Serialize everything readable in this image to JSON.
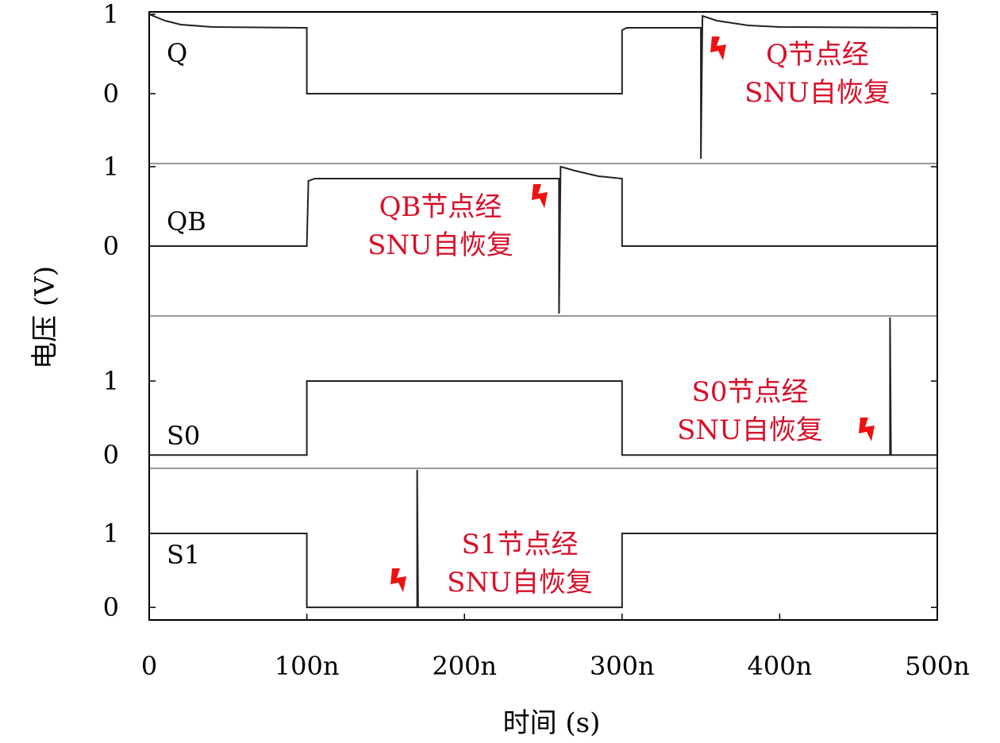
{
  "chart_data": {
    "type": "line",
    "xlabel": "时间 (s)",
    "ylabel": "电压 (V)",
    "xlim": [
      0,
      500
    ],
    "x_ticks": [
      {
        "v": 0,
        "label": "0"
      },
      {
        "v": 100,
        "label": "100n"
      },
      {
        "v": 200,
        "label": "200n"
      },
      {
        "v": 300,
        "label": "300n"
      },
      {
        "v": 400,
        "label": "400n"
      },
      {
        "v": 500,
        "label": "500n"
      }
    ],
    "panels": [
      {
        "name": "Q",
        "ylim": [
          -0.88,
          1.03
        ],
        "y_ticks": [
          {
            "v": 1,
            "label": "1"
          },
          {
            "v": 0,
            "label": "0"
          }
        ],
        "points": [
          [
            0,
            1.0
          ],
          [
            10,
            0.92
          ],
          [
            20,
            0.87
          ],
          [
            40,
            0.84
          ],
          [
            100,
            0.83
          ],
          [
            100,
            0
          ],
          [
            300,
            0
          ],
          [
            300,
            0.8
          ],
          [
            303,
            0.83
          ],
          [
            350,
            0.83
          ],
          [
            350,
            -0.82
          ],
          [
            351,
            0.98
          ],
          [
            360,
            0.92
          ],
          [
            380,
            0.86
          ],
          [
            400,
            0.84
          ],
          [
            500,
            0.83
          ]
        ],
        "annotation": {
          "lines": [
            "Q节点经",
            "SNU自恢复"
          ],
          "icon": "lightning-icon"
        }
      },
      {
        "name": "QB",
        "ylim": [
          -0.88,
          1.04
        ],
        "y_ticks": [
          {
            "v": 1,
            "label": "1"
          },
          {
            "v": 0,
            "label": "0"
          }
        ],
        "points": [
          [
            0,
            0
          ],
          [
            100,
            0
          ],
          [
            101,
            0.82
          ],
          [
            105,
            0.85
          ],
          [
            260,
            0.85
          ],
          [
            260,
            -0.85
          ],
          [
            261,
            1.0
          ],
          [
            270,
            0.95
          ],
          [
            285,
            0.88
          ],
          [
            300,
            0.85
          ],
          [
            300,
            0
          ],
          [
            500,
            0
          ]
        ],
        "annotation": {
          "lines": [
            "QB节点经",
            "SNU自恢复"
          ],
          "icon": "lightning-icon"
        }
      },
      {
        "name": "S0",
        "ylim": [
          -0.18,
          1.88
        ],
        "y_ticks": [
          {
            "v": 1,
            "label": "1"
          },
          {
            "v": 0,
            "label": "0"
          }
        ],
        "points": [
          [
            0,
            0
          ],
          [
            100,
            0
          ],
          [
            100,
            1
          ],
          [
            300,
            1
          ],
          [
            300,
            0
          ],
          [
            470,
            0
          ],
          [
            470,
            1.86
          ],
          [
            470.6,
            0
          ],
          [
            500,
            0
          ]
        ],
        "annotation": {
          "lines": [
            "S0节点经",
            "SNU自恢复"
          ],
          "icon": "lightning-icon"
        }
      },
      {
        "name": "S1",
        "ylim": [
          -0.17,
          1.88
        ],
        "y_ticks": [
          {
            "v": 1,
            "label": "1"
          },
          {
            "v": 0,
            "label": "0"
          }
        ],
        "points": [
          [
            0,
            1
          ],
          [
            100,
            1
          ],
          [
            100,
            0
          ],
          [
            170,
            0
          ],
          [
            170,
            1.86
          ],
          [
            170.6,
            0
          ],
          [
            300,
            0
          ],
          [
            300,
            1
          ],
          [
            500,
            1
          ]
        ],
        "annotation": {
          "lines": [
            "S1节点经",
            "SNU自恢复"
          ],
          "icon": "lightning-icon"
        }
      }
    ]
  },
  "colors": {
    "trace": "#222222",
    "annotation": "#d7102a",
    "lightning": "#ee1111",
    "divider": "#999999"
  }
}
